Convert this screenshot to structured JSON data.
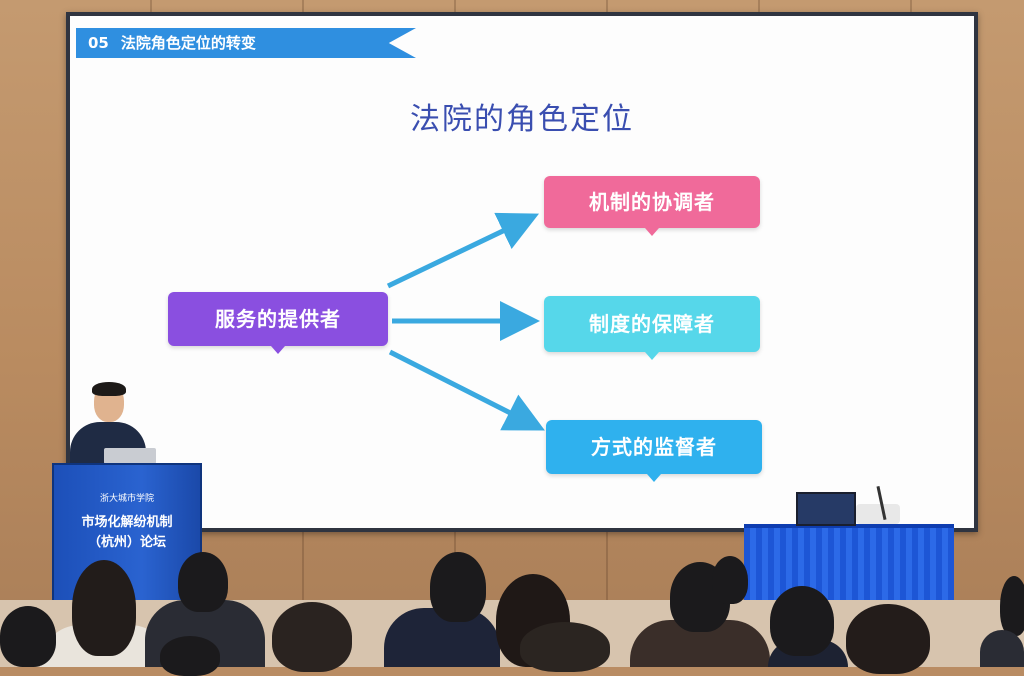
{
  "slide": {
    "section_number": "05",
    "section_title": "法院角色定位的转变",
    "title": "法院的角色定位",
    "source_node": "服务的提供者",
    "targets": [
      {
        "label": "机制的协调者",
        "color": "#f06a9a"
      },
      {
        "label": "制度的保障者",
        "color": "#56d7ea"
      },
      {
        "label": "方式的监督者",
        "color": "#2fb1ee"
      }
    ],
    "colors": {
      "banner": "#2f8fe0",
      "title": "#3a4eb0",
      "source": "#8a4fe0",
      "arrow": "#3aa9e0"
    }
  },
  "podium": {
    "logo_text": "浙大城市学院",
    "line1": "市场化解纷机制",
    "line2": "（杭州）论坛"
  }
}
